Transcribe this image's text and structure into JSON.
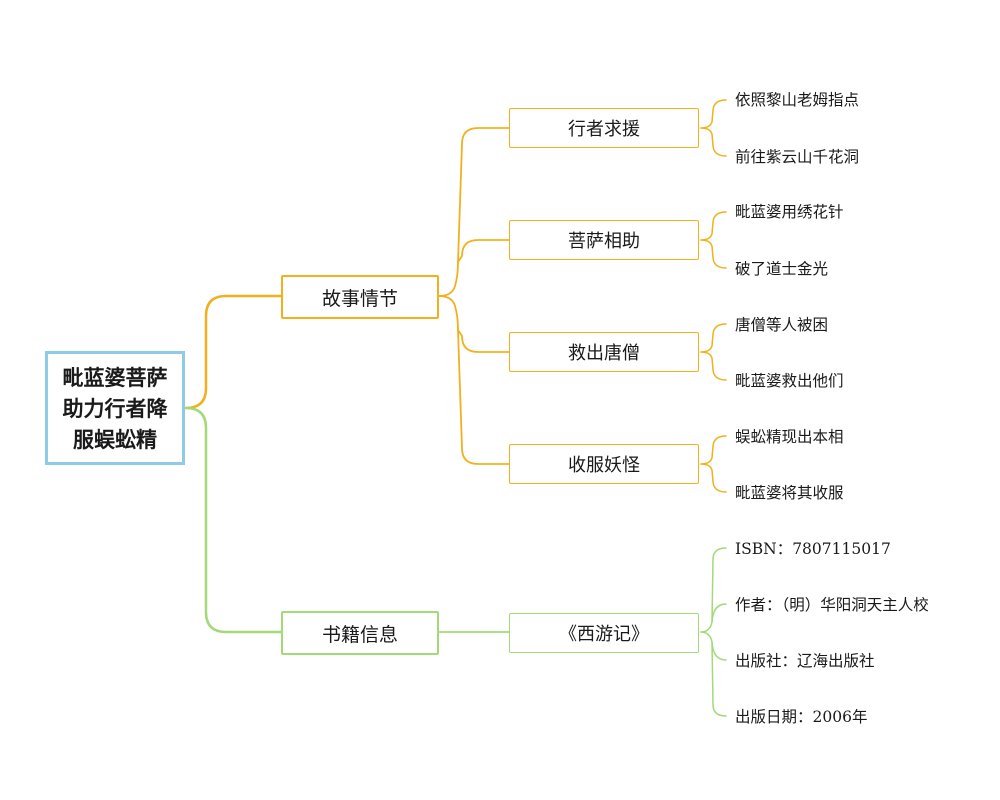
{
  "colors": {
    "orange": "#f2b01e",
    "green": "#a3d977",
    "root_border": "#8ecbe6"
  },
  "root": {
    "label": "毗蓝婆菩萨助力行者降服蜈蚣精"
  },
  "plot": {
    "label": "故事情节",
    "events": [
      {
        "label": "行者求援",
        "details": [
          "依照黎山老姆指点",
          "前往紫云山千花洞"
        ]
      },
      {
        "label": "菩萨相助",
        "details": [
          "毗蓝婆用绣花针",
          "破了道士金光"
        ]
      },
      {
        "label": "救出唐僧",
        "details": [
          "唐僧等人被困",
          "毗蓝婆救出他们"
        ]
      },
      {
        "label": "收服妖怪",
        "details": [
          "蜈蚣精现出本相",
          "毗蓝婆将其收服"
        ]
      }
    ]
  },
  "book": {
    "label": "书籍信息",
    "title": "《西游记》",
    "details": [
      "ISBN：7807115017",
      "作者：（明）华阳洞天主人校",
      "出版社：辽海出版社",
      "出版日期：2006年"
    ]
  }
}
